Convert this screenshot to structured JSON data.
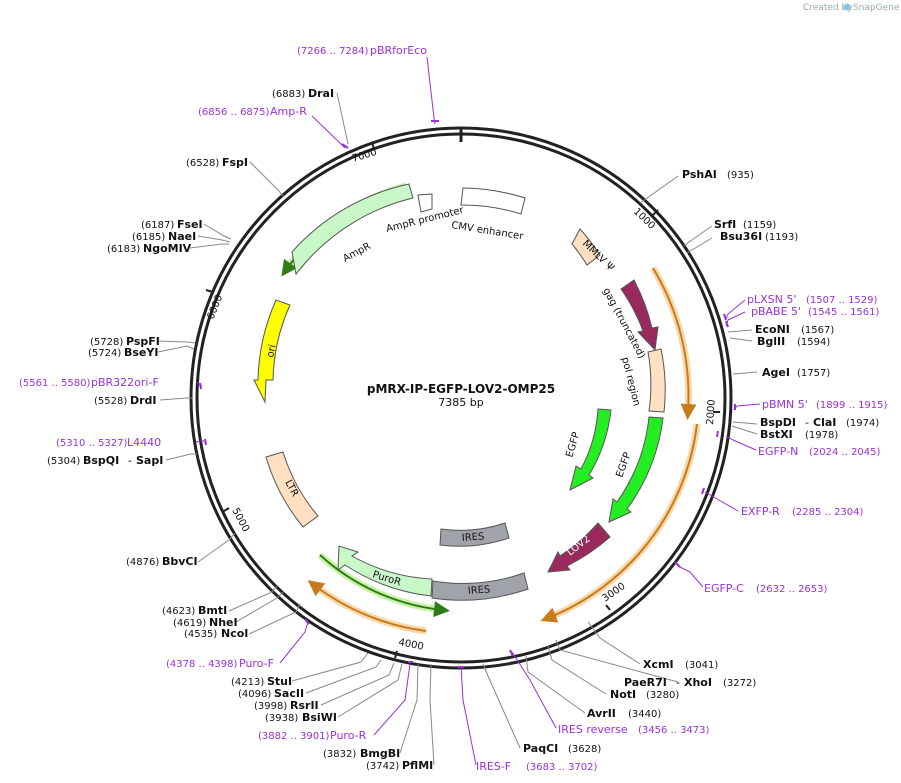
{
  "watermark": {
    "prefix": "Created by",
    "brand": "SnapGene"
  },
  "plasmid": {
    "name": "pMRX-IP-EGFP-LOV2-OMP25",
    "length": "7385 bp"
  },
  "ticks": [
    "1000",
    "2000",
    "3000",
    "4000",
    "5000",
    "6000",
    "7000"
  ],
  "restriction_sites": [
    {
      "name": "PshAI",
      "pos": "(935)"
    },
    {
      "name": "SrfI",
      "pos": "(1159)"
    },
    {
      "name": "Bsu36I",
      "pos": "(1193)"
    },
    {
      "name": "EcoNI",
      "pos": "(1567)"
    },
    {
      "name": "BglII",
      "pos": "(1594)"
    },
    {
      "name": "AgeI",
      "pos": "(1757)"
    },
    {
      "name": "BspDI",
      "sep": "- ",
      "name2": "ClaI",
      "pos": "(1974)"
    },
    {
      "name": "BstXI",
      "pos": "(1978)"
    },
    {
      "name": "XcmI",
      "pos": "(3041)"
    },
    {
      "name": "PaeR7I",
      "sep": "- ",
      "name2": "XhoI",
      "pos": "(3272)"
    },
    {
      "name": "NotI",
      "pos": "(3280)"
    },
    {
      "name": "AvrII",
      "pos": "(3440)"
    },
    {
      "name": "PaqCI",
      "pos": "(3628)"
    },
    {
      "name": "PflMI",
      "pos": "(3742)"
    },
    {
      "name": "BmgBI",
      "pos": "(3832)"
    },
    {
      "name": "BsiWI",
      "pos": "(3938)"
    },
    {
      "name": "RsrII",
      "pos": "(3998)"
    },
    {
      "name": "SacII",
      "pos": "(4096)"
    },
    {
      "name": "StuI",
      "pos": "(4213)"
    },
    {
      "name": "NcoI",
      "pos": "(4535)"
    },
    {
      "name": "NheI",
      "pos": "(4619)"
    },
    {
      "name": "BmtI",
      "pos": "(4623)"
    },
    {
      "name": "BbvCI",
      "pos": "(4876)"
    },
    {
      "name": "BspQI",
      "sep": "- ",
      "name2": "SapI",
      "pos": "(5304)"
    },
    {
      "name": "DrdI",
      "pos": "(5528)"
    },
    {
      "name": "BseYI",
      "pos": "(5724)"
    },
    {
      "name": "PspFI",
      "pos": "(5728)"
    },
    {
      "name": "NgoMIV",
      "pos": "(6183)"
    },
    {
      "name": "NaeI",
      "pos": "(6185)"
    },
    {
      "name": "FseI",
      "pos": "(6187)"
    },
    {
      "name": "FspI",
      "pos": "(6528)"
    },
    {
      "name": "DraI",
      "pos": "(6883)"
    }
  ],
  "primers": [
    {
      "name": "pBRforEco",
      "pos": "(7266 .. 7284)"
    },
    {
      "name": "Amp-R",
      "pos": "(6856 .. 6875)"
    },
    {
      "name": "pLXSN 5'",
      "pos": "(1507 .. 1529)"
    },
    {
      "name": "pBABE 5'",
      "pos": "(1545 .. 1561)"
    },
    {
      "name": "pBMN 5'",
      "pos": "(1899 .. 1915)"
    },
    {
      "name": "EGFP-N",
      "pos": "(2024 .. 2045)"
    },
    {
      "name": "EXFP-R",
      "pos": "(2285 .. 2304)"
    },
    {
      "name": "EGFP-C",
      "pos": "(2632 .. 2653)"
    },
    {
      "name": "IRES reverse",
      "pos": "(3456 .. 3473)"
    },
    {
      "name": "IRES-F",
      "pos": "(3683 .. 3702)"
    },
    {
      "name": "Puro-R",
      "pos": "(3882 .. 3901)"
    },
    {
      "name": "Puro-F",
      "pos": "(4378 .. 4398)"
    },
    {
      "name": "L4440",
      "pos": "(5310 .. 5327)"
    },
    {
      "name": "pBR322ori-F",
      "pos": "(5561 .. 5580)"
    }
  ],
  "features": {
    "cmv": "CMV enhancer",
    "ampr_promoter": "AmpR promoter",
    "ampr": "AmpR",
    "ori": "ori",
    "ltr": "LTR",
    "mmlv": "MMLV Ψ",
    "gag": "gag (truncated)",
    "pol": "pol region",
    "egfp1": "EGFP",
    "egfp2": "EGFP",
    "lov2": "LOV2",
    "ires1": "IRES",
    "ires2": "IRES",
    "puror": "PuroR"
  },
  "colors": {
    "backbone": "#222222",
    "site_text": "#111111",
    "primer": "#9b30d9",
    "egfp": "#22ee22",
    "lov2": "#9a2a5e",
    "gag": "#9a2a5e",
    "ori": "#ffff00",
    "ampr": "#c8f7c8",
    "ires": "#a0a4aa",
    "ltr": "#ffe0c0",
    "orf": "#f2a93b"
  }
}
